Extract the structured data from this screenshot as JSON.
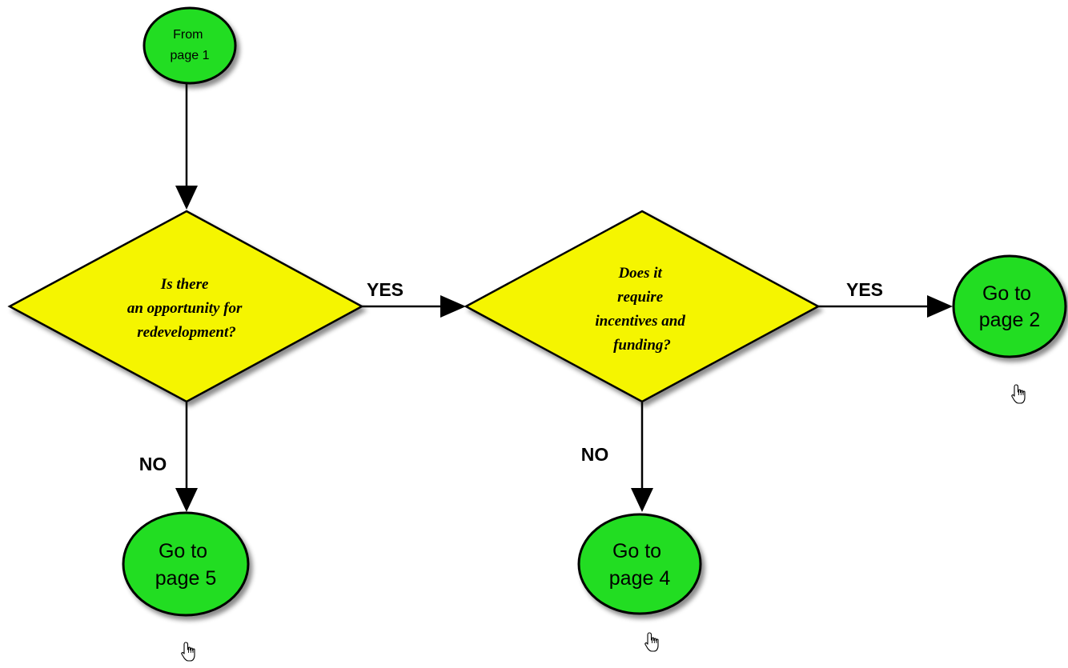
{
  "colors": {
    "node_fill": "#22dd22",
    "decision_fill": "#f5f500",
    "stroke": "#000000"
  },
  "nodes": {
    "start": {
      "lines": [
        "From",
        "page 1"
      ]
    },
    "decision1": {
      "lines": [
        "Is there",
        "an opportunity for",
        "redevelopment?"
      ]
    },
    "decision2": {
      "lines": [
        "Does it",
        "require",
        "incentives and",
        "funding?"
      ]
    },
    "goto_page2": {
      "lines": [
        "Go to",
        "page 2"
      ]
    },
    "goto_page5": {
      "lines": [
        "Go to",
        "page 5"
      ]
    },
    "goto_page4": {
      "lines": [
        "Go to",
        "page 4"
      ]
    }
  },
  "edge_labels": {
    "d1_yes": "YES",
    "d2_yes": "YES",
    "d1_no": "NO",
    "d2_no": "NO"
  },
  "icons": {
    "pointer": "hand-pointer-icon"
  }
}
